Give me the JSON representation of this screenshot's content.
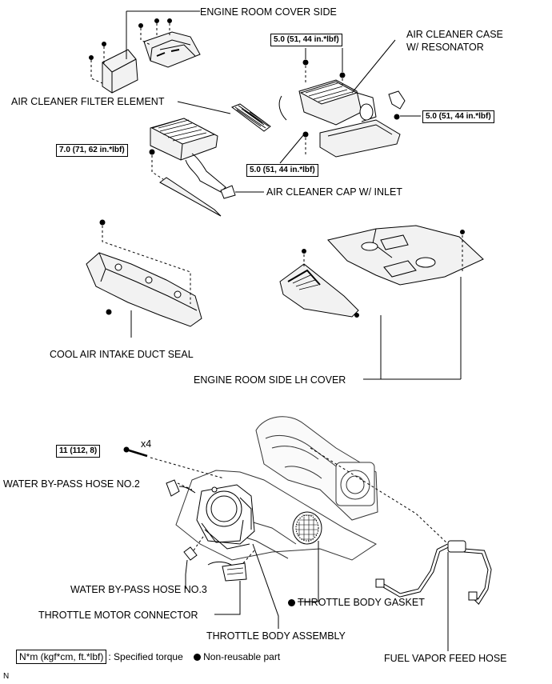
{
  "labels": {
    "engine_room_cover_side": "ENGINE ROOM COVER SIDE",
    "air_cleaner_case_line1": "AIR CLEANER CASE",
    "air_cleaner_case_line2": "W/ RESONATOR",
    "air_cleaner_filter_element": "AIR CLEANER FILTER ELEMENT",
    "air_cleaner_cap_w_inlet": "AIR CLEANER CAP W/ INLET",
    "cool_air_intake_duct_seal": "COOL AIR INTAKE DUCT SEAL",
    "engine_room_side_lh_cover": "ENGINE ROOM SIDE LH COVER",
    "water_bypass_hose_no2": "WATER BY-PASS HOSE NO.2",
    "water_bypass_hose_no3": "WATER BY-PASS HOSE NO.3",
    "throttle_motor_connector": "THROTTLE MOTOR CONNECTOR",
    "throttle_body_gasket": "THROTTLE BODY GASKET",
    "throttle_body_assembly": "THROTTLE BODY ASSEMBLY",
    "fuel_vapor_feed_hose": "FUEL VAPOR FEED HOSE"
  },
  "torques": {
    "case_top": "5.0 (51, 44 in.*lbf)",
    "case_right": "5.0 (51, 44 in.*lbf)",
    "case_bottom": "5.0 (51, 44 in.*lbf)",
    "cap": "7.0 (71, 62 in.*lbf)",
    "throttle": "11 (112, 8)",
    "throttle_qty": "x4"
  },
  "legend": {
    "unit": "N*m (kgf*cm, ft.*lbf)",
    "unit_desc": ": Specified torque",
    "nonreusable": "Non-reusable part"
  },
  "corner_mark": "N"
}
